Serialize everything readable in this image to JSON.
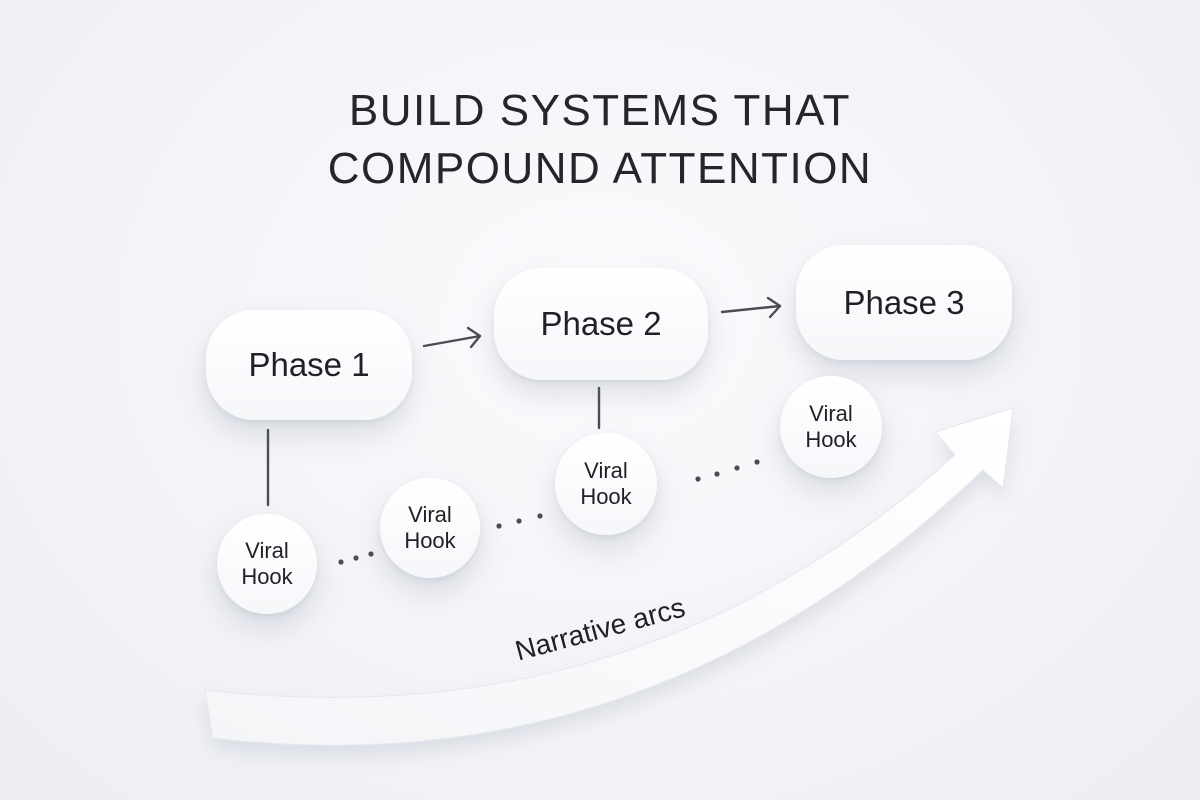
{
  "title": {
    "line1": "BUILD SYSTEMS THAT",
    "line2": "COMPOUND ATTENTION"
  },
  "phases": [
    {
      "label": "Phase 1"
    },
    {
      "label": "Phase 2"
    },
    {
      "label": "Phase 3"
    }
  ],
  "hooks": [
    {
      "line1": "Viral",
      "line2": "Hook"
    },
    {
      "line1": "Viral",
      "line2": "Hook"
    },
    {
      "line1": "Viral",
      "line2": "Hook"
    },
    {
      "line1": "Viral",
      "line2": "Hook"
    }
  ],
  "arc": {
    "label": "Narrative arcs"
  },
  "colors": {
    "background": "#f2f3f7",
    "node": "#ffffff",
    "connector": "#4a4d55",
    "text": "#1f2126"
  }
}
